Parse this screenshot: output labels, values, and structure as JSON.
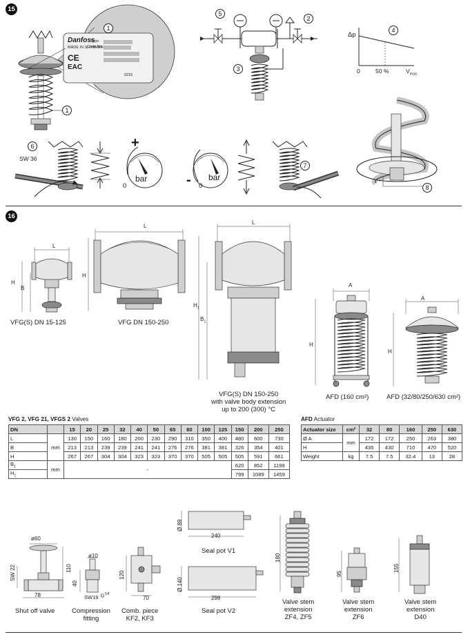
{
  "section15": {
    "badge": "15",
    "nameplate": {
      "callout": "1",
      "brand": "Danfoss",
      "made_in": "MADE IN SLOVAKIA",
      "type": "Type:",
      "code_no": "Code No.:",
      "ce": "CE",
      "eac": "EAC",
      "week": "0216"
    },
    "callouts": {
      "c1": "1",
      "c2": "2",
      "c3": "3",
      "c4": "4",
      "c5": "5",
      "c6": "6",
      "c7": "7",
      "c8": "8"
    },
    "graph": {
      "ylabel": "Δp",
      "x0": "0",
      "x50": "50 %",
      "xmax": "V",
      "xmax_sub": "max"
    },
    "sw36": "SW 36",
    "gauge_left": {
      "sign": "+",
      "zero": "0",
      "unit": "bar"
    },
    "gauge_right": {
      "sign": "-",
      "zero": "0",
      "unit": "bar"
    }
  },
  "section16": {
    "badge": "16",
    "dims": {
      "L": "L",
      "H": "H",
      "B": "B",
      "H1": "H",
      "H1_sub": "1",
      "B1": "B",
      "B1_sub": "1",
      "A": "A"
    },
    "captions": {
      "vfg_small": "VFG(S) DN 15-125",
      "vfg_large": "VFG DN 150-250",
      "vfg_ext": [
        "VFG(S) DN 150-250",
        "with valve body extension",
        "up to 200 (300) °C"
      ],
      "afd160": "AFD (160 cm²)",
      "afd_other": "AFD (32/80/250/630 cm²)"
    }
  },
  "valve_table": {
    "title_bold": "VFG 2, VFG 21, VFGS 2",
    "title_rest": " Valves",
    "header": [
      "DN",
      "",
      "15",
      "20",
      "25",
      "32",
      "40",
      "50",
      "65",
      "80",
      "100",
      "125",
      "150",
      "200",
      "250"
    ],
    "rows": [
      {
        "label": "L",
        "values": [
          "130",
          "150",
          "160",
          "180",
          "200",
          "230",
          "290",
          "310",
          "350",
          "400",
          "480",
          "600",
          "730"
        ]
      },
      {
        "label": "B",
        "values": [
          "213",
          "213",
          "239",
          "239",
          "241",
          "241",
          "276",
          "276",
          "381",
          "381",
          "326",
          "354",
          "401"
        ]
      },
      {
        "label": "H",
        "values": [
          "267",
          "267",
          "304",
          "304",
          "323",
          "323",
          "370",
          "370",
          "505",
          "505",
          "505",
          "591",
          "661"
        ]
      }
    ],
    "unit_mm": "mm",
    "rows_ext": [
      {
        "label": "B",
        "sub": "1",
        "values": [
          "620",
          "852",
          "1199"
        ]
      },
      {
        "label": "H",
        "sub": "1",
        "values": [
          "799",
          "1089",
          "1459"
        ]
      }
    ],
    "dash": "-",
    "unit_mm2": "mm"
  },
  "afd_table": {
    "title_bold": "AFD",
    "title_rest": " Actuator",
    "header": [
      "Actuator size",
      "cm²",
      "32",
      "80",
      "160",
      "250",
      "630"
    ],
    "rows": [
      {
        "label": "Ø A",
        "values": [
          "172",
          "172",
          "250",
          "263",
          "380"
        ]
      },
      {
        "label": "H",
        "values": [
          "435",
          "430",
          "710",
          "470",
          "520"
        ]
      }
    ],
    "unit_mm": "mm",
    "weight": {
      "label": "Weight",
      "unit": "kg",
      "values": [
        "7.5",
        "7.5",
        "32.4",
        "13",
        "28"
      ]
    }
  },
  "accessories": {
    "shutoff": {
      "d60": "ø60",
      "h110": "110",
      "sw22": "SW 22",
      "w78": "78",
      "caption": "Shut off valve"
    },
    "compression": {
      "d10": "ø10",
      "h40": "40",
      "sw19": "SW19",
      "caption": [
        "Compression",
        "fitting"
      ]
    },
    "comb": {
      "h120": "120",
      "w70": "70",
      "g": "G",
      "g_frac": "1/4",
      "caption": [
        "Comb. piece",
        "KF2, KF3"
      ]
    },
    "seal_v1": {
      "d89": "Ø 89",
      "w240": "240",
      "caption": "Seal pot V1"
    },
    "seal_v2": {
      "d140": "Ø 140",
      "w298": "298",
      "caption": "Seal pot V2"
    },
    "ext_zf4": {
      "h180": "180",
      "caption": [
        "Valve stem",
        "extension",
        "ZF4, ZF5"
      ]
    },
    "ext_zf6": {
      "h95": "95",
      "caption": [
        "Valve stem",
        "extension",
        "ZF6"
      ]
    },
    "ext_d40": {
      "h155": "155",
      "caption": [
        "Valve stem",
        "extension",
        "D40"
      ]
    }
  }
}
